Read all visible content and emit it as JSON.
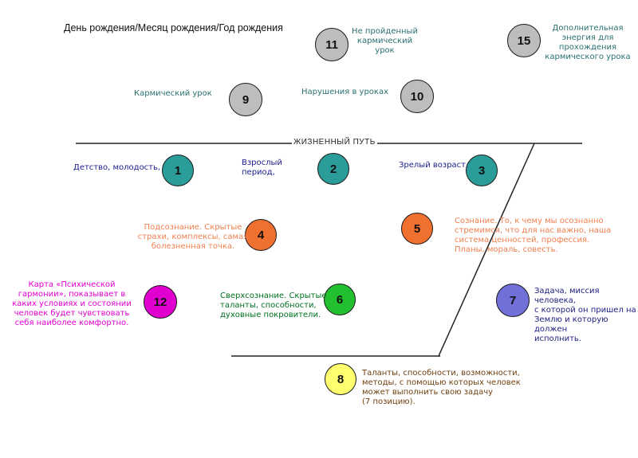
{
  "title": "День рождения/Месяц рождения/Год рождения",
  "path_label": "ЖИЗНЕННЫЙ ПУТЬ",
  "colors": {
    "teal_circle": "#2a9d9a",
    "gray_circle": "#bdbdbd",
    "orange_circle": "#f07030",
    "green_circle": "#22c030",
    "magenta_circle": "#e000d0",
    "violet_circle": "#7070d8",
    "yellow_circle": "#ffff70",
    "navy_text": "#1c1c90",
    "teal_text": "#2a7070",
    "orange_text": "#f08050",
    "green_text": "#007020",
    "magenta_text": "#e000d0",
    "violet_text": "#202080",
    "brown_text": "#704010"
  },
  "positions": [
    {
      "number": "1",
      "text": "Детство, молодость,"
    },
    {
      "number": "2",
      "text": "Взрослый период,"
    },
    {
      "number": "3",
      "text": "Зрелый возраст."
    },
    {
      "number": "4",
      "text": "Подсознание. Скрытые\nстрахи, комплексы, самая\nболезненная точка."
    },
    {
      "number": "5",
      "text": "Сознание. То, к чему мы осознанно\nстремимся, что для нас важно, наша\nсистема ценностей, профессия.\nПланы, мораль, совесть."
    },
    {
      "number": "6",
      "text": "Сверхсознание. Скрытые\nталанты, способности,\nдуховные покровители."
    },
    {
      "number": "7",
      "text": "Задача, миссия человека,\nс которой он пришел на\nЗемлю и которую должен\nисполнить."
    },
    {
      "number": "8",
      "text": "Таланты, способности, возможности,\nметоды, с помощью которых человек\nможет выполнить свою задачу\n(7 позицию)."
    },
    {
      "number": "9",
      "text": "Кармический урок"
    },
    {
      "number": "10",
      "text": "Нарушения в уроках"
    },
    {
      "number": "11",
      "text": "Не пройденный\nкармический\nурок"
    },
    {
      "number": "12",
      "text": "Карта «Психической\nгармонии», показывает в\nкаких условиях и состоянии\nчеловек будет чувствовать\nсебя наиболее комфортно."
    },
    {
      "number": "15",
      "text": "Дополнительная\nэнергия для\nпрохождения\nкармического урока"
    }
  ]
}
